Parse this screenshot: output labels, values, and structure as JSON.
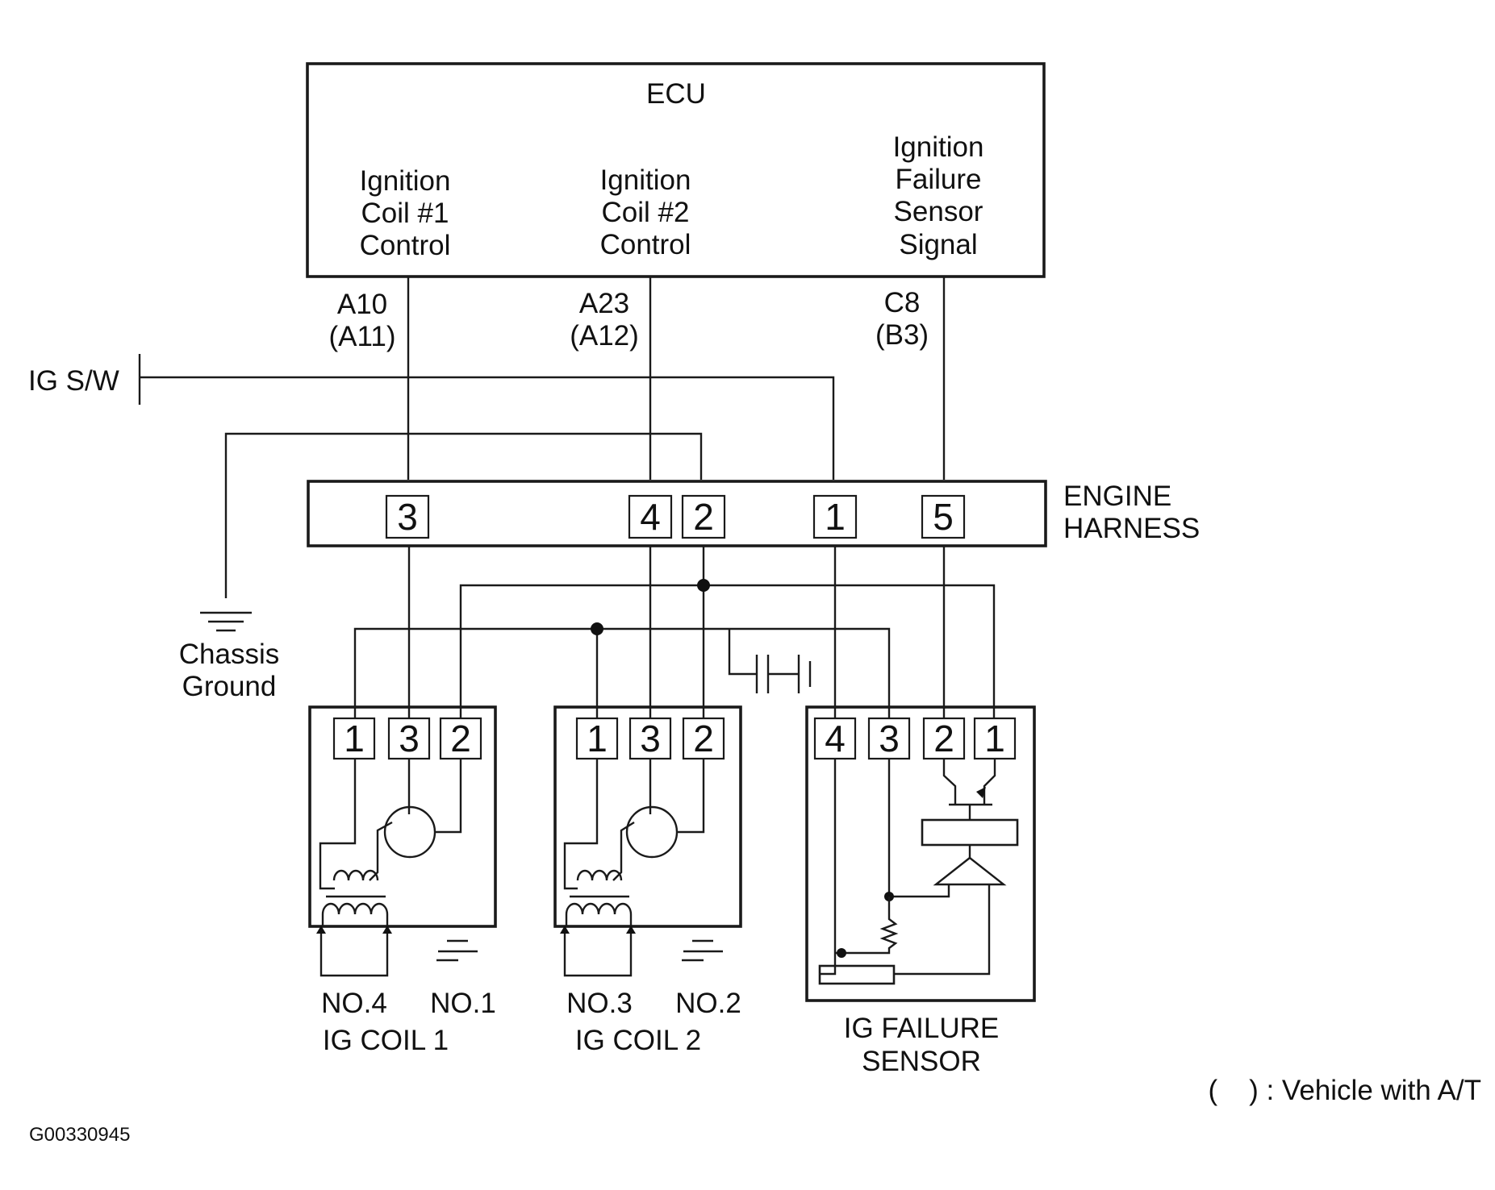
{
  "ecu": {
    "title": "ECU",
    "coil1_control": [
      "Ignition",
      "Coil #1",
      "Control"
    ],
    "coil2_control": [
      "Ignition",
      "Coil #2",
      "Control"
    ],
    "failure_signal": [
      "Ignition",
      "Failure",
      "Sensor",
      "Signal"
    ]
  },
  "ecu_terminals": {
    "coil1": [
      "A10",
      "(A11)"
    ],
    "coil2": [
      "A23",
      "(A12)"
    ],
    "signal": [
      "C8",
      "(B3)"
    ]
  },
  "ig_switch_label": "IG S/W",
  "chassis_ground_label": [
    "Chassis",
    "Ground"
  ],
  "engine_harness": {
    "label": [
      "ENGINE",
      "HARNESS"
    ],
    "pins": [
      "3",
      "4",
      "2",
      "1",
      "5"
    ]
  },
  "ig_coil_1": {
    "name": "IG COIL 1",
    "pins": [
      "1",
      "3",
      "2"
    ],
    "plugs": [
      "NO.4",
      "NO.1"
    ]
  },
  "ig_coil_2": {
    "name": "IG COIL 2",
    "pins": [
      "1",
      "3",
      "2"
    ],
    "plugs": [
      "NO.3",
      "NO.2"
    ]
  },
  "ig_failure_sensor": {
    "name": [
      "IG FAILURE",
      "SENSOR"
    ],
    "pins": [
      "4",
      "3",
      "2",
      "1"
    ]
  },
  "legend_note": "(    ) : Vehicle with A/T",
  "figure_id": "G00330945"
}
